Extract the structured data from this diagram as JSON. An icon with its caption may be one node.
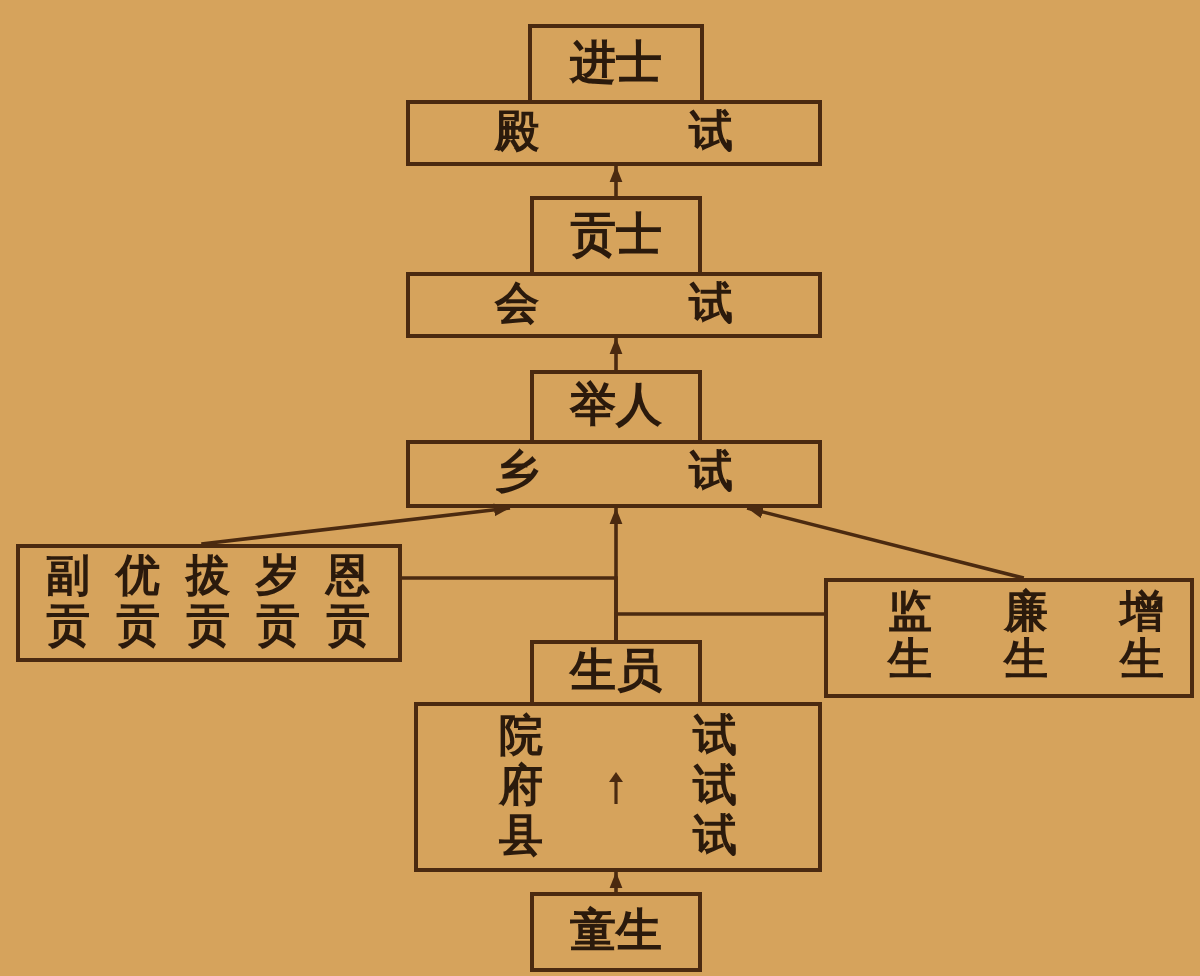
{
  "diagram": {
    "nodes": [
      {
        "text": [
          "进士"
        ]
      },
      {
        "text": [
          "殿 试"
        ]
      },
      {
        "text": [
          "贡士"
        ]
      },
      {
        "text": [
          "会 试"
        ]
      },
      {
        "text": [
          "举人"
        ]
      },
      {
        "text": [
          "乡 试"
        ]
      },
      {
        "text": [
          "副贡",
          "优贡",
          "拔贡",
          "岁贡",
          "恩贡"
        ]
      },
      {
        "text": [
          "监生",
          "廉生",
          "增生"
        ]
      },
      {
        "text": [
          "生员"
        ]
      },
      {
        "text": [
          "院",
          "试",
          "府",
          "试",
          "县",
          "试"
        ]
      },
      {
        "text": [
          "童生"
        ]
      }
    ],
    "edges": [
      {
        "from": 2,
        "to": 1,
        "arrow": "to"
      },
      {
        "from": 4,
        "to": 3,
        "arrow": "to"
      },
      {
        "from": 6,
        "to": 5,
        "arrow": "to"
      },
      {
        "from": 8,
        "to": 5,
        "arrow": "to"
      },
      {
        "from": 7,
        "to": 5,
        "arrow": "to"
      },
      {
        "from": 8,
        "to": 6,
        "arrow": "none"
      },
      {
        "from": 8,
        "to": 7,
        "arrow": "none"
      },
      {
        "from": 10,
        "to": 9,
        "arrow": "to"
      }
    ]
  }
}
